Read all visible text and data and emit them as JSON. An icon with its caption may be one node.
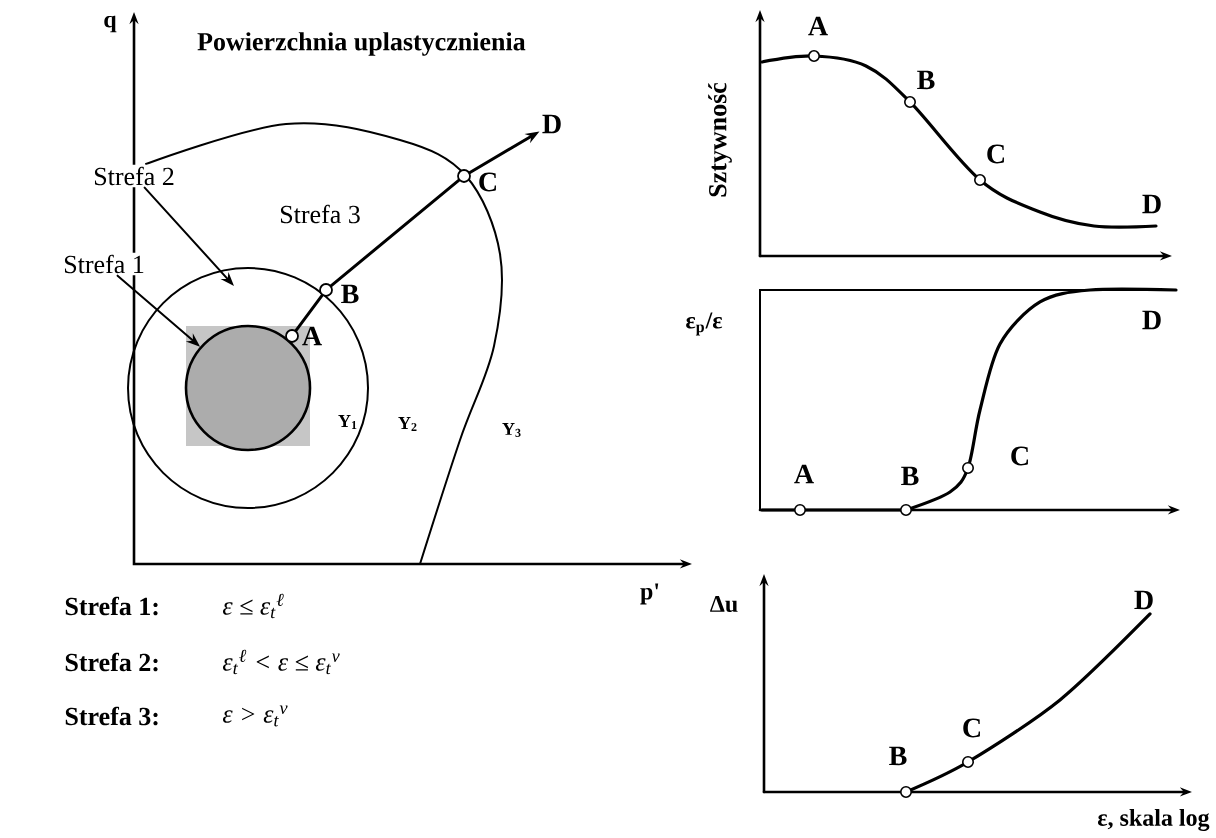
{
  "diagram": {
    "title": "Powierzchnia uplastycznienia",
    "nodes": [
      {
        "text": [
          "Strefa 2"
        ]
      },
      {
        "text": [
          "Strefa 1"
        ]
      },
      {
        "text": [],
        "shape": "circle"
      },
      {
        "text": [],
        "shape": "circle",
        "in": 2
      },
      {
        "text": [],
        "shape": "circle",
        "beside": [
          "A"
        ],
        "in": 2
      },
      {
        "text": [],
        "shape": "circle",
        "beside": [
          "B"
        ]
      },
      {
        "text": [],
        "shape": "circle",
        "beside": [
          "C"
        ]
      },
      {
        "text": [
          "D"
        ]
      }
    ],
    "edges": [
      {
        "from": 0,
        "to": 2,
        "arrow": "to"
      },
      {
        "from": 1,
        "to": 3,
        "arrow": "to"
      },
      {
        "from": 4,
        "to": 5,
        "arrow": "none"
      },
      {
        "from": 5,
        "to": 6,
        "arrow": "none"
      },
      {
        "from": 6,
        "to": 7,
        "arrow": "to"
      }
    ],
    "labels": [
      "q",
      "Strefa 3",
      "Y$_{1}$",
      "Y$_{2}$",
      "Y$_{3}$",
      "p'",
      "Sztywność",
      "A",
      "B",
      "C",
      "D",
      "ε$_{p}$/ε",
      "A",
      "B",
      "C",
      "D",
      "Δu",
      "B",
      "C",
      "D",
      "ε, skala log",
      "Strefa 1:",
      "ε ≤ ε$_{t}$$^{ℓ}$",
      "Strefa 2:",
      "ε$_{t}$$^{ℓ}$ < ε ≤ ε$_{t}$$^{ν}$",
      "Strefa 3:",
      "ε > ε$_{t}$$^{ν}$"
    ]
  }
}
